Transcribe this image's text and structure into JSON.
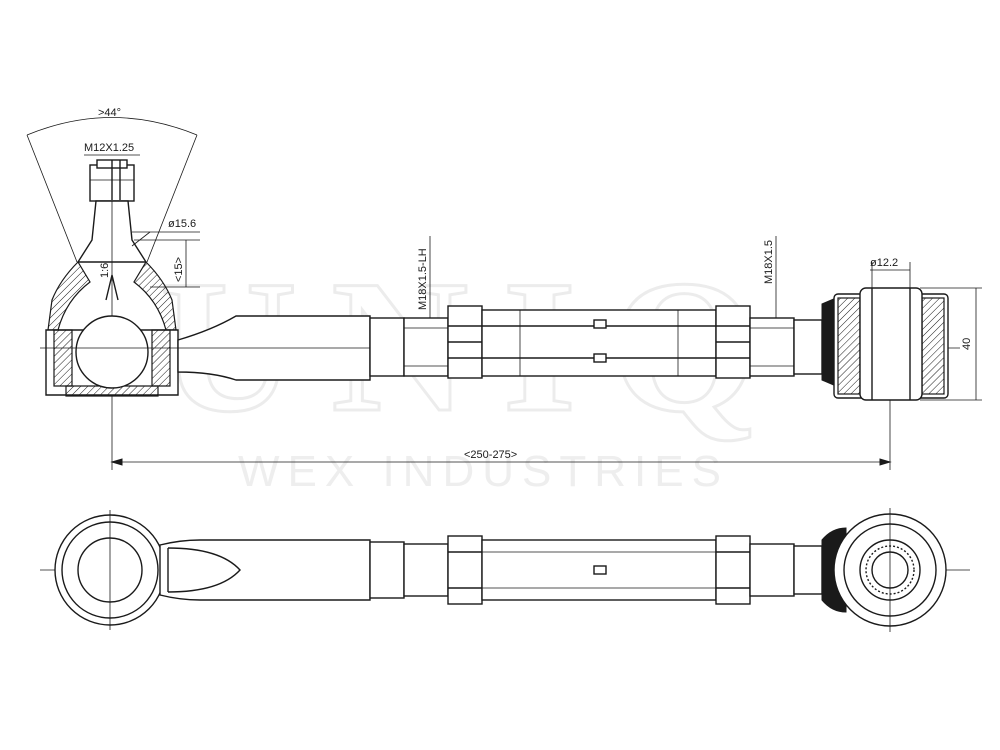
{
  "watermark": {
    "brand": "UNIQ",
    "company": "WEX INDUSTRIES"
  },
  "dimensions": {
    "taper_angle": ">44°",
    "stud_thread": "M12X1.25",
    "stud_diameter": "ø15.6",
    "taper_length": "<15>",
    "taper_ratio": "1:6",
    "left_thread": "M18X1.5-LH",
    "right_thread": "M18X1.5",
    "bushing_bore": "ø12.2",
    "bushing_width": "40",
    "overall_length": "<250-275>"
  },
  "colors": {
    "line": "#1a1a1a",
    "watermark": "#ececec"
  }
}
